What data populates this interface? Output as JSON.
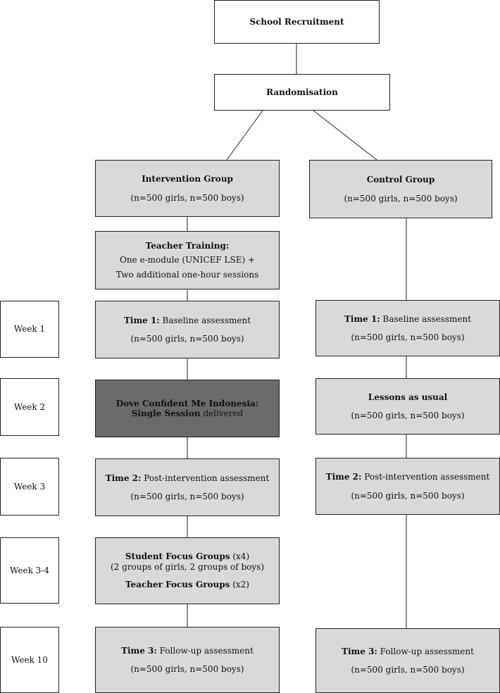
{
  "top": {
    "recruitment": "School Recruitment",
    "randomisation": "Randomisation"
  },
  "intervention": {
    "group_title": "Intervention Group",
    "group_n": "(n=500 girls, n=500 boys)",
    "teacher_training_title": "Teacher Training:",
    "teacher_training_line1": "One e-module (UNICEF LSE) +",
    "teacher_training_line2": "Two additional one-hour sessions",
    "t1_bold": "Time 1:",
    "t1_text": " Baseline assessment",
    "t1_n": "(n=500 girls, n=500 boys)",
    "session_bold": "Dove Confident Me Indonesia: Single Session",
    "session_text": " delivered",
    "t2_bold": "Time 2:",
    "t2_text": " Post-intervention assessment",
    "t2_n": "(n=500 girls, n=500 boys)",
    "sfg_bold": "Student Focus Groups",
    "sfg_text": " (x4)",
    "sfg_detail": "(2 groups of girls, 2 groups of boys)",
    "tfg_bold": "Teacher Focus Groups",
    "tfg_text": " (x2)",
    "t3_bold": "Time 3:",
    "t3_text": " Follow-up assessment",
    "t3_n": "(n=500 girls, n=500 boys)"
  },
  "control": {
    "group_title": "Control Group",
    "group_n": "(n=500 girls, n=500 boys)",
    "t1_bold": "Time 1:",
    "t1_text": " Baseline assessment",
    "t1_n": "(n=500 girls, n=500 boys)",
    "lessons_title": "Lessons as usual",
    "lessons_n": "(n=500 girls, n=500 boys)",
    "t2_bold": "Time 2:",
    "t2_text": " Post-intervention assessment",
    "t2_n": "(n=500 girls, n=500 boys)",
    "t3_bold": "Time 3:",
    "t3_text": " Follow-up assessment",
    "t3_n": "(n=500 girls, n=500 boys)"
  },
  "weeks": [
    "Week 1",
    "Week 2",
    "Week 3",
    "Week 3-4",
    "Week 10"
  ]
}
